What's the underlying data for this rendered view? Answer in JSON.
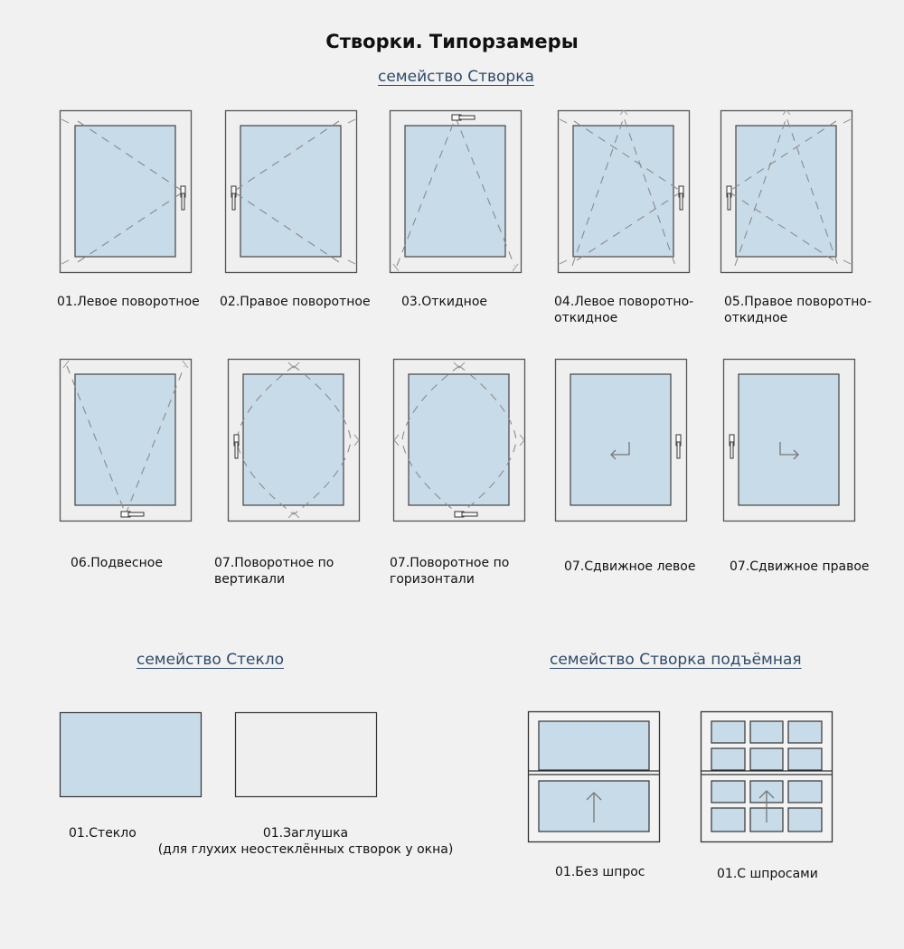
{
  "title": "Створки. Типорзамеры",
  "families": {
    "sash": {
      "title": "семейство Створка",
      "items": [
        {
          "label": "01.Левое поворотное"
        },
        {
          "label": "02.Правое поворотное"
        },
        {
          "label": "03.Откидное"
        },
        {
          "label": "04.Левое поворотно-\nоткидное"
        },
        {
          "label": "05.Правое поворотно-\nоткидное"
        },
        {
          "label": "06.Подвесное"
        },
        {
          "label": "07.Поворотное по\nвертикали"
        },
        {
          "label": "07.Поворотное по\nгоризонтали"
        },
        {
          "label": "07.Сдвижное левое"
        },
        {
          "label": "07.Сдвижное правое"
        }
      ]
    },
    "glass": {
      "title": "семейство Стекло",
      "items": [
        {
          "label": "01.Стекло"
        },
        {
          "label": "01.Заглушка\n(для глухих неостеклённых створок у окна)"
        }
      ]
    },
    "lift": {
      "title": "семейство Створка подъёмная",
      "items": [
        {
          "label": "01.Без шпрос"
        },
        {
          "label": "01.С шпросами"
        }
      ]
    }
  },
  "colors": {
    "glass": "#c8dbe8",
    "frame": "#efefef",
    "family_link": "#2e4a6a"
  }
}
